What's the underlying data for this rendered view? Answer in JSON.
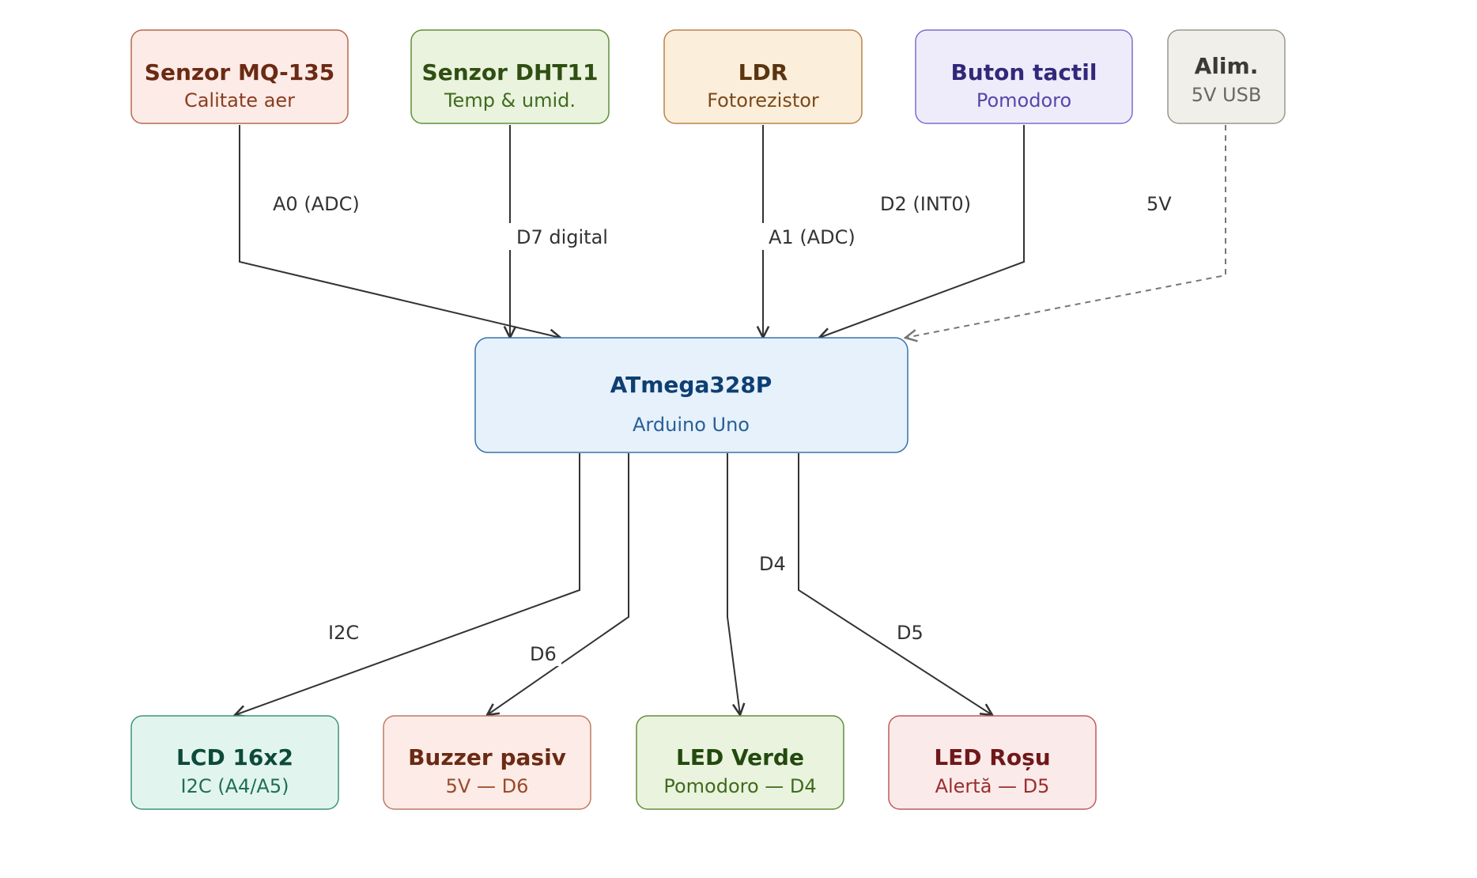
{
  "nodes": {
    "mq135": {
      "title": "Senzor MQ-135",
      "subtitle": "Calitate aer",
      "fill": "#fcebe6",
      "stroke": "#b5694d",
      "title_color": "#6b2a14",
      "sub_color": "#8a3d20"
    },
    "dht11": {
      "title": "Senzor DHT11",
      "subtitle": "Temp & umid.",
      "fill": "#eaf3de",
      "stroke": "#5f8f3a",
      "title_color": "#2f4f12",
      "sub_color": "#3f6b1e"
    },
    "ldr": {
      "title": "LDR",
      "subtitle": "Fotorezistor",
      "fill": "#fbeedb",
      "stroke": "#b9844a",
      "title_color": "#5a3510",
      "sub_color": "#7a4a1a"
    },
    "button": {
      "title": "Buton tactil",
      "subtitle": "Pomodoro",
      "fill": "#eeecfb",
      "stroke": "#7a70c9",
      "title_color": "#32287a",
      "sub_color": "#5548a8"
    },
    "power": {
      "title": "Alim.",
      "subtitle": "5V USB",
      "fill": "#f1efe9",
      "stroke": "#9a978f",
      "title_color": "#3a3a36",
      "sub_color": "#6a6862"
    },
    "mcu": {
      "title": "ATmega328P",
      "subtitle": "Arduino Uno",
      "fill": "#e6f1fb",
      "stroke": "#3a72aa",
      "title_color": "#0e3f72",
      "sub_color": "#2a5f96"
    },
    "lcd": {
      "title": "LCD 16x2",
      "subtitle": "I2C (A4/A5)",
      "fill": "#e1f5ee",
      "stroke": "#3f9478",
      "title_color": "#0d4a3a",
      "sub_color": "#1f6e56"
    },
    "buzzer": {
      "title": "Buzzer pasiv",
      "subtitle": "5V — D6",
      "fill": "#fcebe6",
      "stroke": "#c27a62",
      "title_color": "#6b2a14",
      "sub_color": "#9a4a2a"
    },
    "led_green": {
      "title": "LED Verde",
      "subtitle": "Pomodoro — D4",
      "fill": "#eaf3de",
      "stroke": "#5f8f3a",
      "title_color": "#234a0e",
      "sub_color": "#3f6b1e"
    },
    "led_red": {
      "title": "LED Roșu",
      "subtitle": "Alertă — D5",
      "fill": "#fbeaea",
      "stroke": "#c25a5a",
      "title_color": "#701818",
      "sub_color": "#9a2e2e"
    }
  },
  "edges": {
    "mq135_mcu": {
      "label": "A0 (ADC)"
    },
    "dht11_mcu": {
      "label": "D7 digital"
    },
    "ldr_mcu": {
      "label": "A1 (ADC)"
    },
    "button_mcu": {
      "label": "D2 (INT0)"
    },
    "power_mcu": {
      "label": "5V"
    },
    "mcu_lcd": {
      "label": "I2C"
    },
    "mcu_buzzer": {
      "label": "D6"
    },
    "mcu_led_green": {
      "label": "D4"
    },
    "mcu_led_red": {
      "label": "D5"
    }
  },
  "colors": {
    "line": "#333333",
    "dashed_line": "#777777"
  }
}
